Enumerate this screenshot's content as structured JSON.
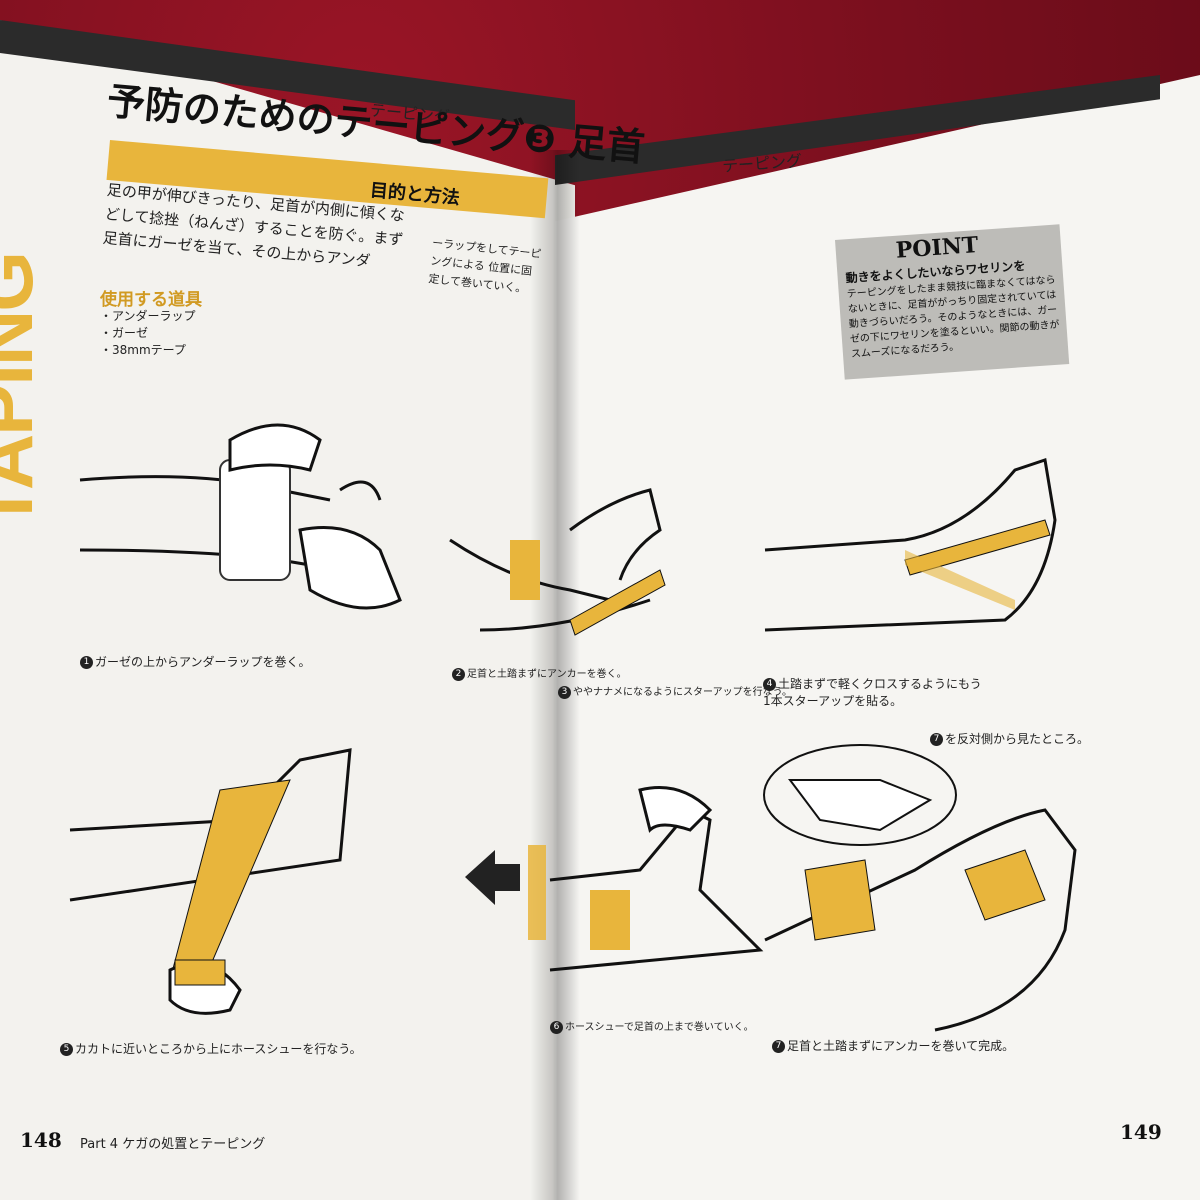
{
  "brand_color": "#e8b53c",
  "left_page": {
    "side_label": "TAPING",
    "kicker": "テーピング",
    "title": "予防のためのテーピング❸ 足首",
    "purpose_heading": "目的と方法",
    "intro": "足の甲が伸びきったり、足首が内側に傾くなどして捻挫（ねんざ）することを防ぐ。まず足首にガーゼを当て、その上からアンダ",
    "intro_cont": "ーラップをしてテーピングによる 位置に固定して巻いていく。",
    "tools_title": "使用する道具",
    "tools": [
      "・アンダーラップ",
      "・ガーゼ",
      "・38mmテープ"
    ],
    "captions": {
      "c1_num": "1",
      "c1": "ガーゼの上からアンダーラップを巻く。",
      "c2_num": "2",
      "c2": "足首と土踏まずにアンカーを巻く。",
      "c5_num": "5",
      "c5": "カカトに近いところから上にホースシューを行なう。"
    },
    "folio": "148",
    "running_head": "Part 4 ケガの処置とテーピング"
  },
  "right_page": {
    "page_head": "テーピング",
    "point": {
      "title": "POINT",
      "heading": "動きをよくしたいならワセリンを",
      "body": "テーピングをしたまま競技に臨まなくてはならないときに、足首ががっちり固定されていては動きづらいだろう。そのようなときには、ガーゼの下にワセリンを塗るといい。関節の動きがスムーズになるだろう。"
    },
    "captions": {
      "c3_num": "3",
      "c3": "ややナナメになるようにスターアップを行なう。",
      "c4_num": "4",
      "c4": "土踏まずで軽くクロスするようにもう1本スターアップを貼る。",
      "c6_num": "6",
      "c6": "ホースシューで足首の上まで巻いていく。",
      "c7a_num": "7",
      "c7a": "を反対側から見たところ。",
      "c7_num": "7",
      "c7": "足首と土踏まずにアンカーを巻いて完成。"
    },
    "folio": "149"
  }
}
